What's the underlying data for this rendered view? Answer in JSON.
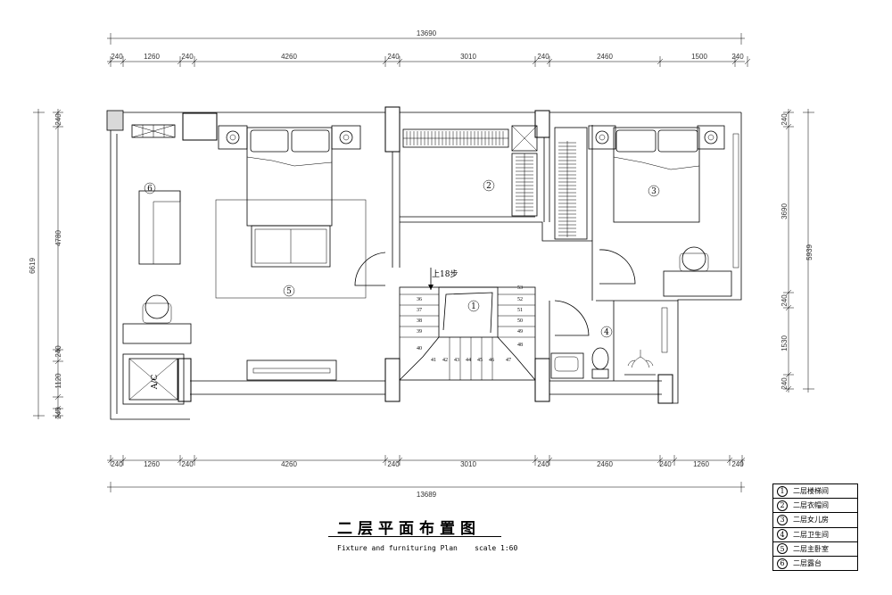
{
  "title_cn": "二层平面布置图",
  "title_en": "Fixture and furnituring Plan",
  "scale": "scale 1:60",
  "top_total": "13690",
  "bottom_total": "13689",
  "top_dims": [
    "240",
    "1260",
    "240",
    "4260",
    "240",
    "3010",
    "240",
    "2460",
    "1500",
    "240"
  ],
  "bottom_dims": [
    "240",
    "1260",
    "240",
    "4260",
    "240",
    "3010",
    "240",
    "2460",
    "240",
    "1260",
    "240"
  ],
  "left_total": "6619",
  "left_dims": [
    "240",
    "4780",
    "240",
    "1120",
    "240"
  ],
  "right_total": "5939",
  "right_dims": [
    "240",
    "3690",
    "240",
    "1530",
    "240"
  ],
  "stair_note": "上18步",
  "ac_label": "A/C",
  "room_markers": [
    "1",
    "2",
    "3",
    "4",
    "5",
    "6"
  ],
  "step_numbers": {
    "left": [
      "36",
      "37",
      "38",
      "39",
      "40"
    ],
    "bottom": [
      "41",
      "42",
      "43",
      "44",
      "45",
      "46",
      "47"
    ],
    "right": [
      "53",
      "52",
      "51",
      "50",
      "49",
      "48"
    ]
  },
  "legend": [
    {
      "num": "1",
      "text": "二层楼梯间"
    },
    {
      "num": "2",
      "text": "二层衣帽间"
    },
    {
      "num": "3",
      "text": "二层女儿房"
    },
    {
      "num": "4",
      "text": "二层卫生间"
    },
    {
      "num": "5",
      "text": "二层主卧室"
    },
    {
      "num": "6",
      "text": "二层露台"
    }
  ]
}
